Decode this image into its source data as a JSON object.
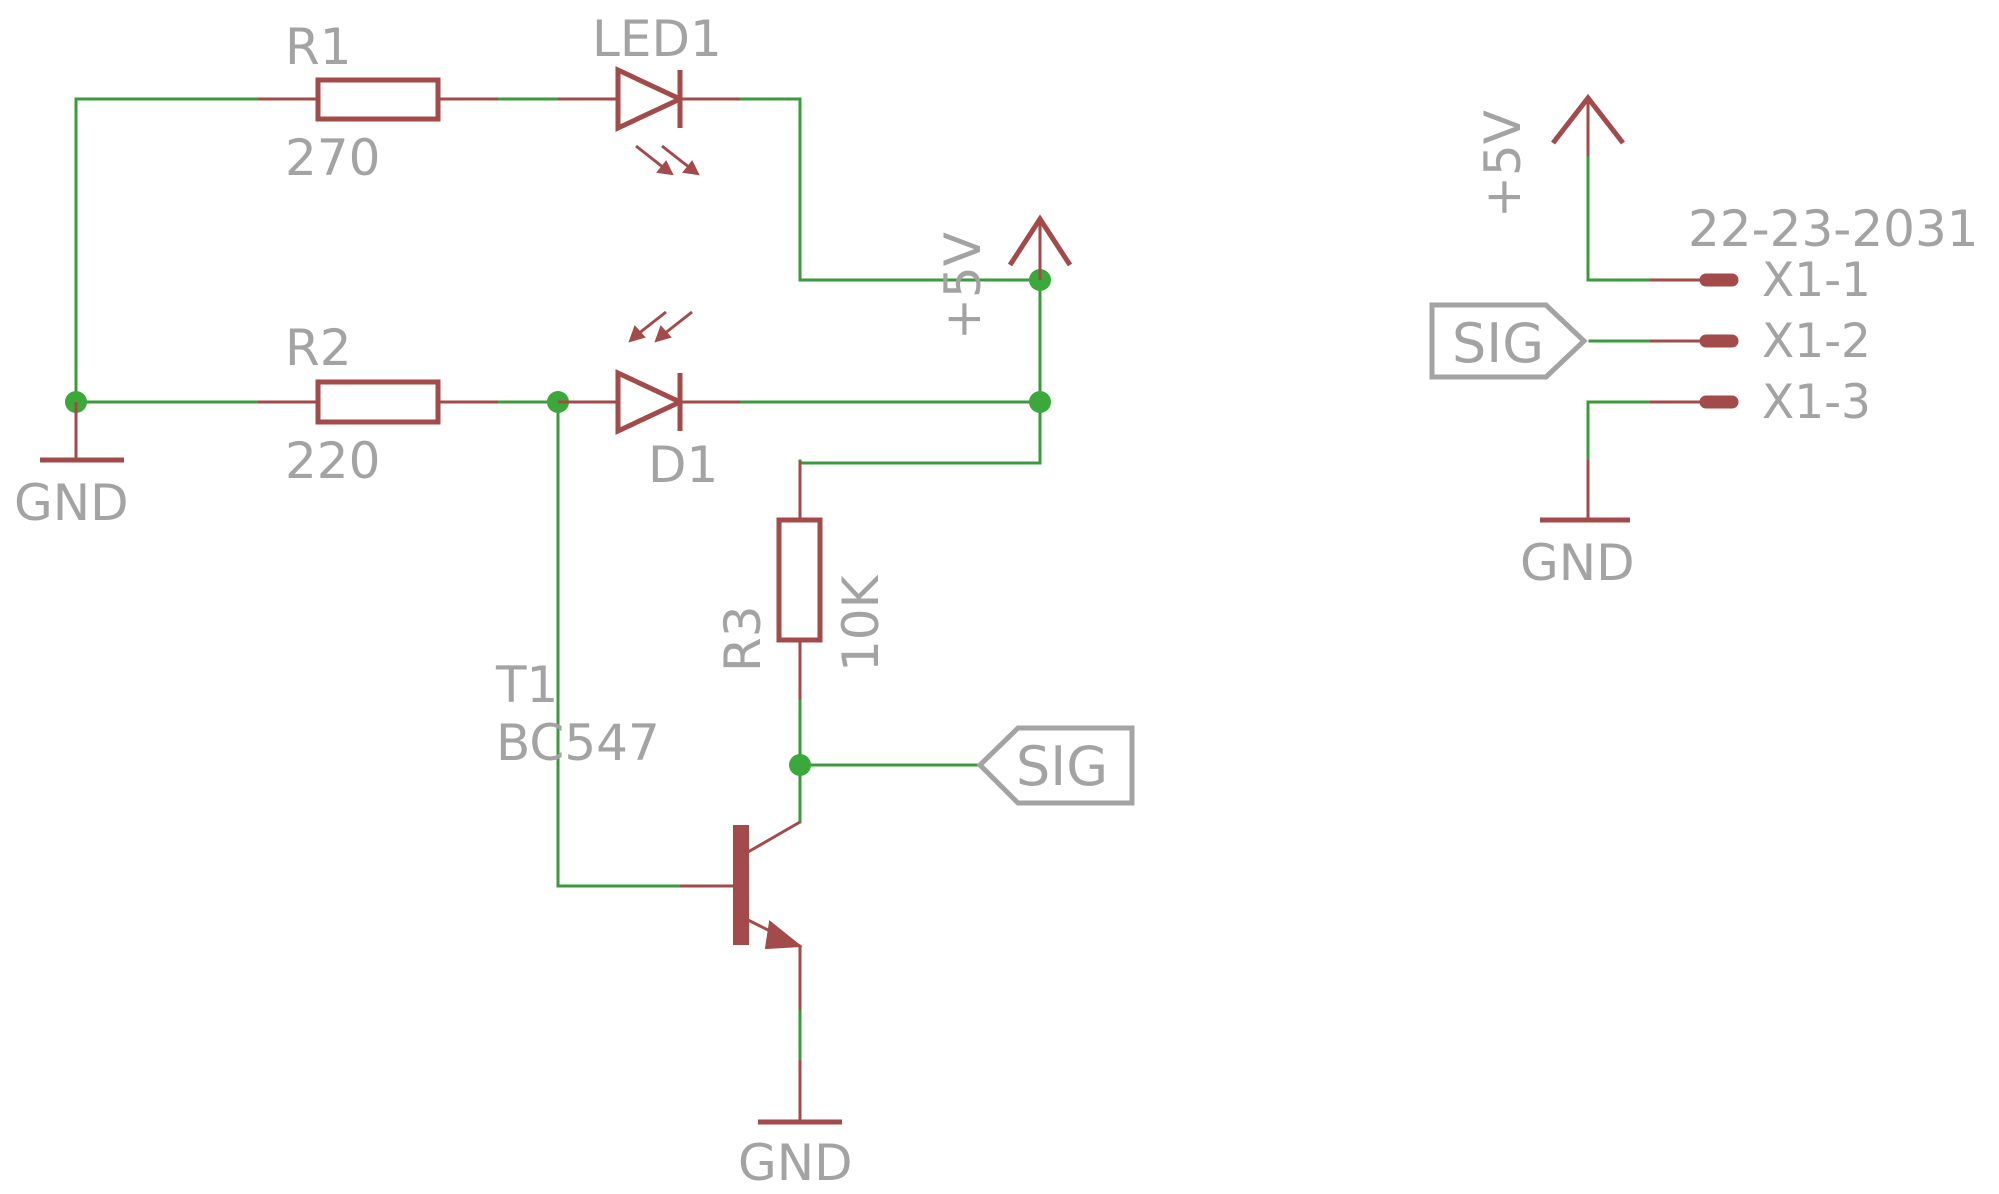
{
  "colors": {
    "wire": "#3b9a3b",
    "component": "#a34a4a",
    "junction": "#3aa83a",
    "text": "#a3a3a3",
    "background": "#ffffff"
  },
  "components": {
    "r1": {
      "name": "R1",
      "value": "270"
    },
    "r2": {
      "name": "R2",
      "value": "220"
    },
    "r3": {
      "name": "R3",
      "value": "10K"
    },
    "led1": {
      "name": "LED1"
    },
    "d1": {
      "name": "D1"
    },
    "t1": {
      "name": "T1",
      "value": "BC547"
    },
    "x1": {
      "value": "22-23-2031",
      "pins": [
        "X1-1",
        "X1-2",
        "X1-3"
      ]
    }
  },
  "supplies": {
    "gnd": "GND",
    "vcc": "+5V"
  },
  "net_labels": {
    "sig": "SIG"
  },
  "icons": {
    "resistor": "resistor-icon",
    "led": "led-icon",
    "photodiode": "photodiode-icon",
    "transistor": "npn-transistor-icon",
    "ground": "ground-icon",
    "supply": "supply-arrow-icon",
    "connector_pin": "connector-pin-icon",
    "net_label": "net-label-icon"
  }
}
